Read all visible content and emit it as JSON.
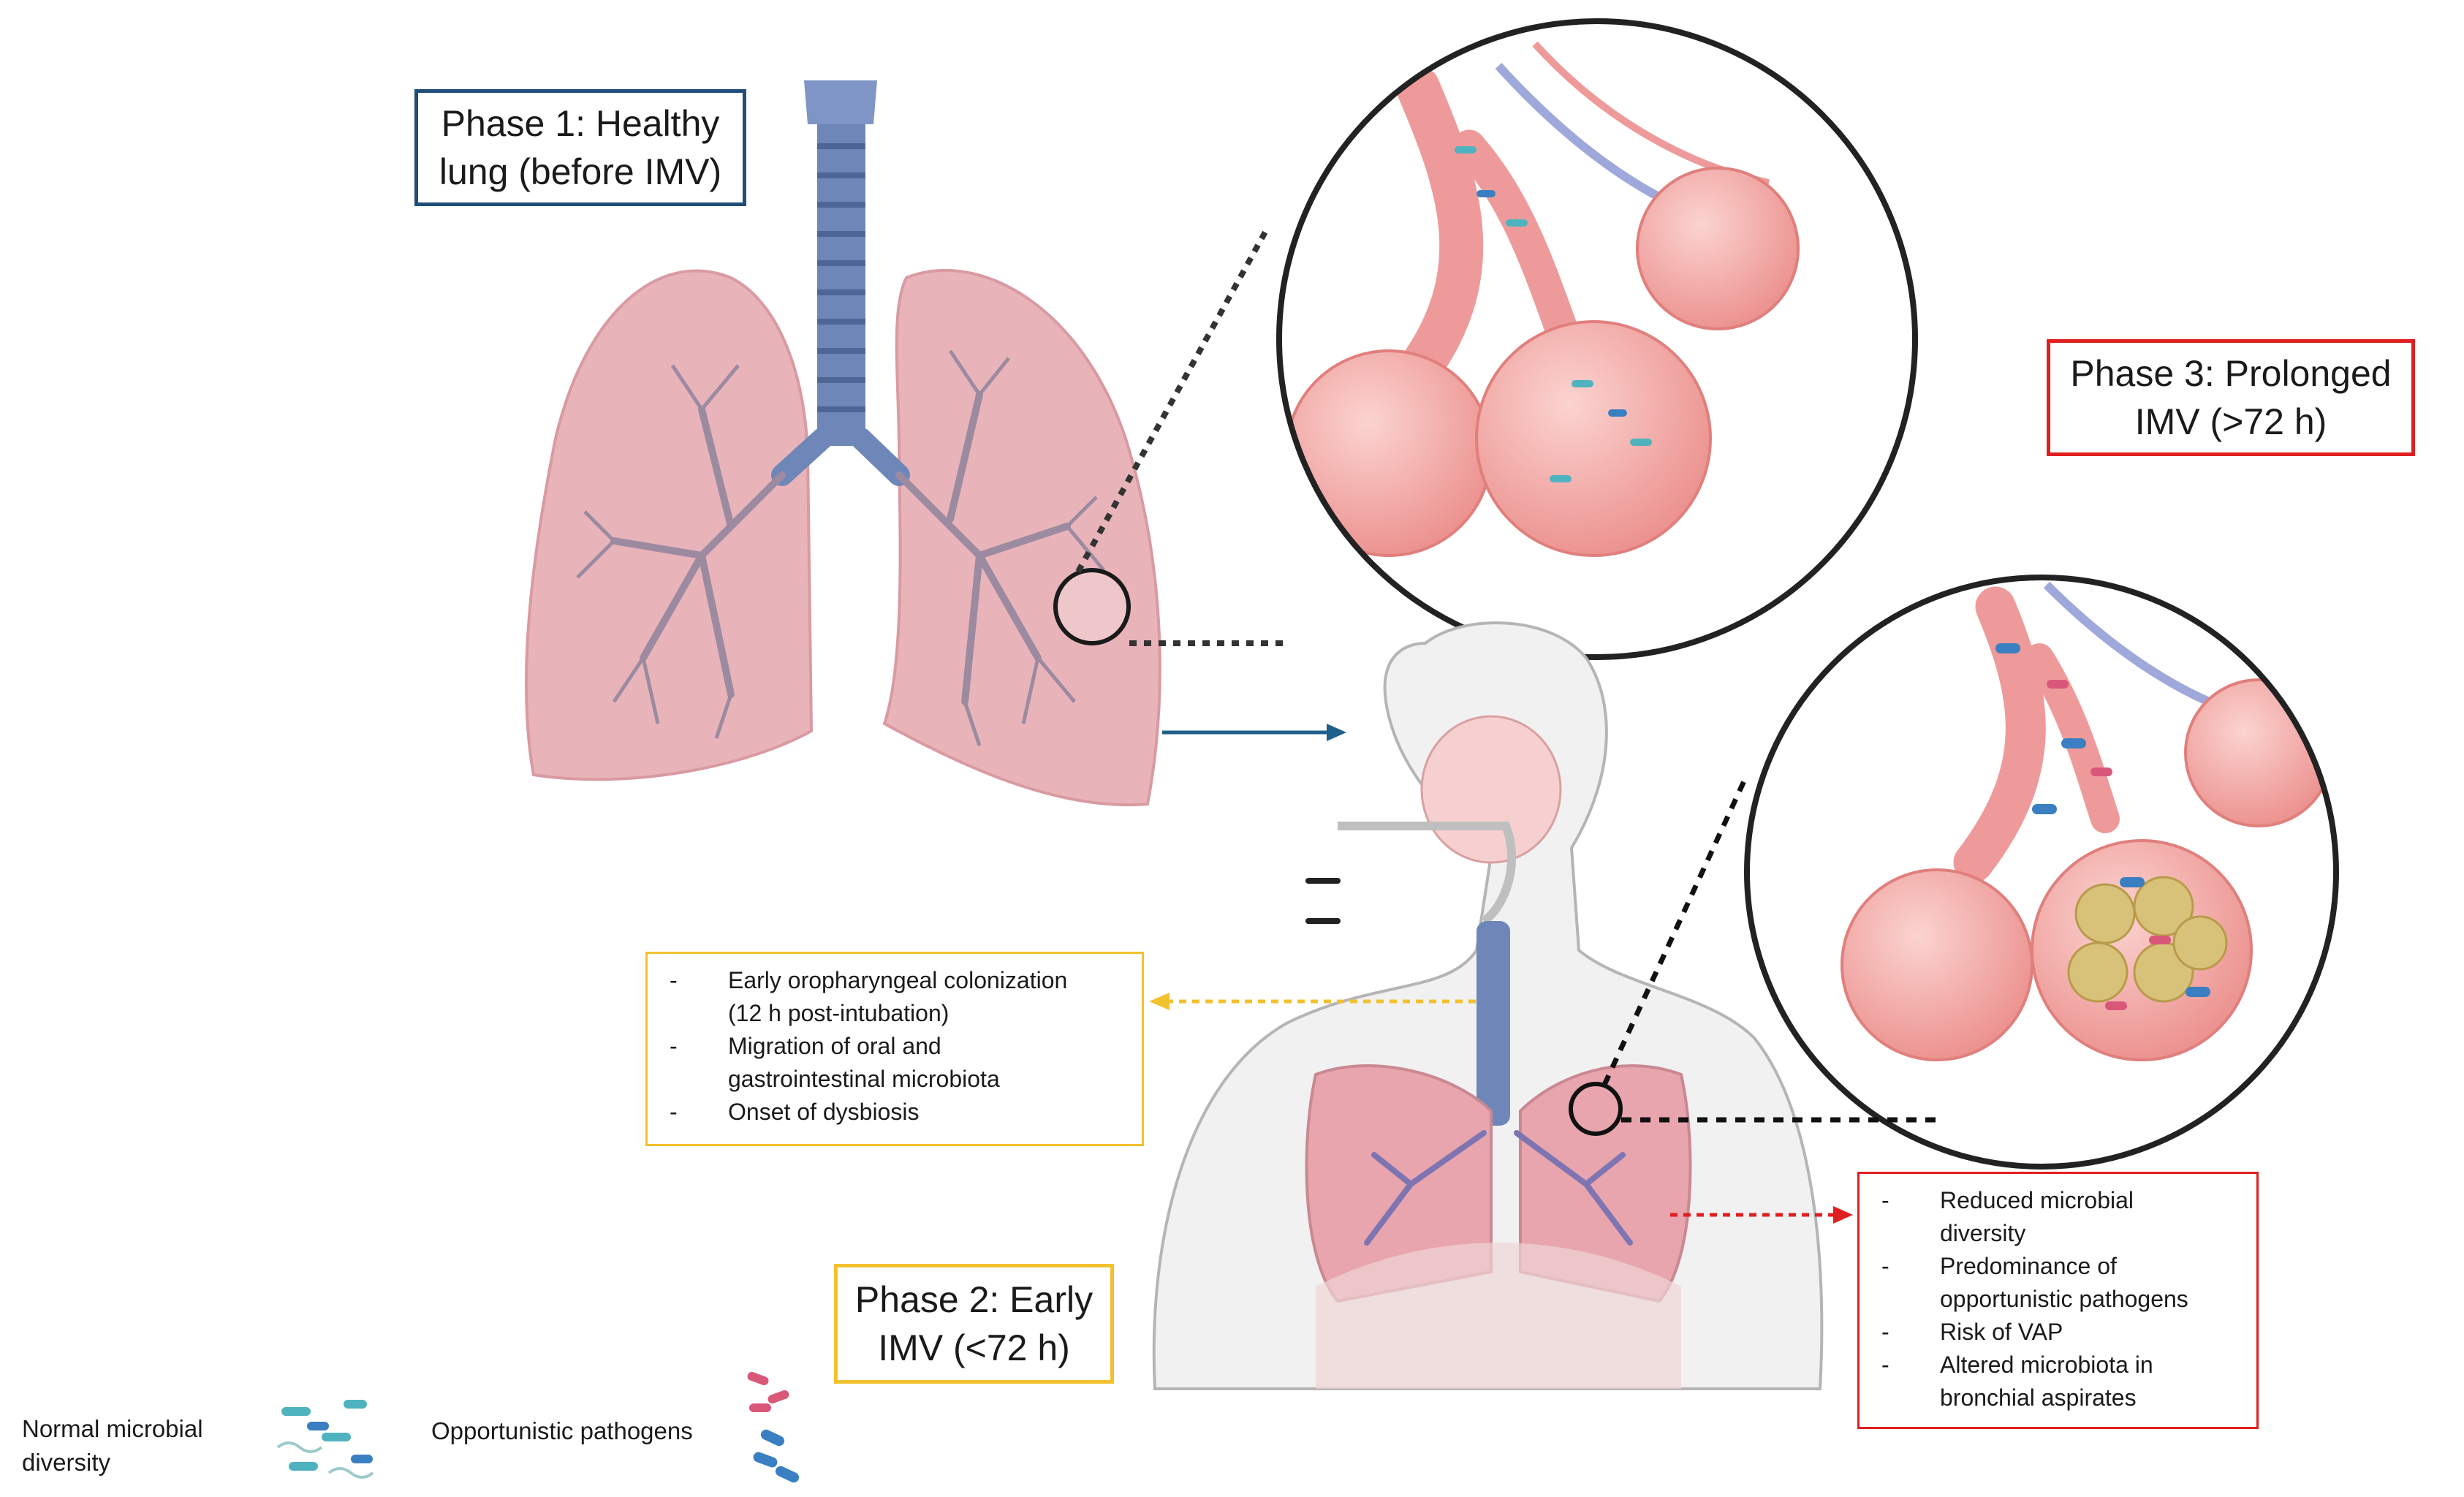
{
  "phases": {
    "phase1": {
      "line1": "Phase 1: Healthy",
      "line2": "lung (before IMV)",
      "color": "#1f4e79"
    },
    "phase2": {
      "line1": "Phase 2: Early",
      "line2": "IMV (<72 h)",
      "color": "#f2c12e"
    },
    "phase3": {
      "line1": "Phase 3: Prolonged",
      "line2": "IMV (>72 h)",
      "color": "#e02020"
    }
  },
  "early_box": {
    "items": [
      {
        "lines": [
          "Early oropharyngeal colonization",
          "(12 h post-intubation)"
        ]
      },
      {
        "lines": [
          "Migration of oral and",
          "gastrointestinal microbiota"
        ]
      },
      {
        "lines": [
          "Onset of dysbiosis"
        ]
      }
    ]
  },
  "late_box": {
    "items": [
      {
        "lines": [
          "Reduced microbial",
          "diversity"
        ]
      },
      {
        "lines": [
          "Predominance of",
          "opportunistic pathogens"
        ]
      },
      {
        "lines": [
          "Risk of VAP"
        ]
      },
      {
        "lines": [
          "Altered microbiota in",
          "bronchial aspirates"
        ]
      }
    ]
  },
  "legend": {
    "normal": {
      "line1": "Normal microbial",
      "line2": "diversity"
    },
    "opportunistic": "Opportunistic pathogens"
  },
  "colors": {
    "lung_pink": "#e8b4ba",
    "trachea_blue": "#6f86b8",
    "bronchi_gray": "#9c8aa0",
    "alveoli": "#f2a9a6",
    "alveoli_infected": "#d8c27a",
    "bacteria_teal": "#4fb3bf",
    "bacteria_blue": "#3a7fc1",
    "bacteria_pink": "#d9587a",
    "skin": "#f1f1f1",
    "arrow_blue": "#1f5f8b",
    "arrow_yellow": "#f2c12e",
    "arrow_red": "#e02020"
  }
}
